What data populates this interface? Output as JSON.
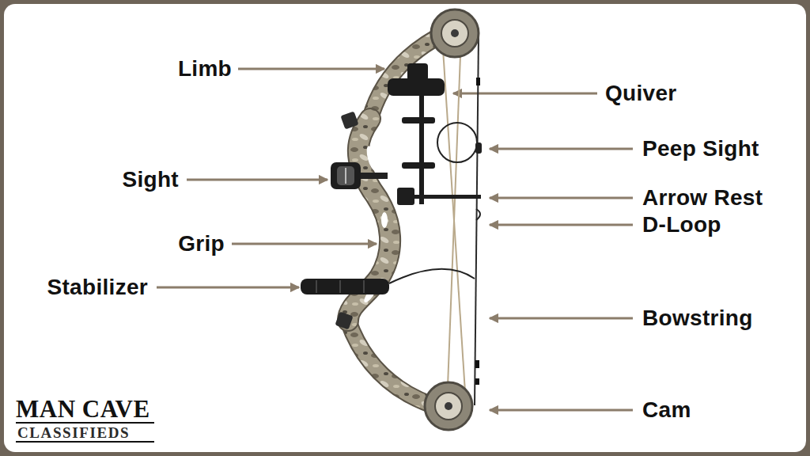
{
  "diagram": {
    "labels": [
      "Limb",
      "Quiver",
      "Peep Sight",
      "Sight",
      "Arrow Rest",
      "D-Loop",
      "Grip",
      "Stabilizer",
      "Bowstring",
      "Cam",
      "MAN CAVE",
      "CLASSIFIEDS"
    ]
  }
}
